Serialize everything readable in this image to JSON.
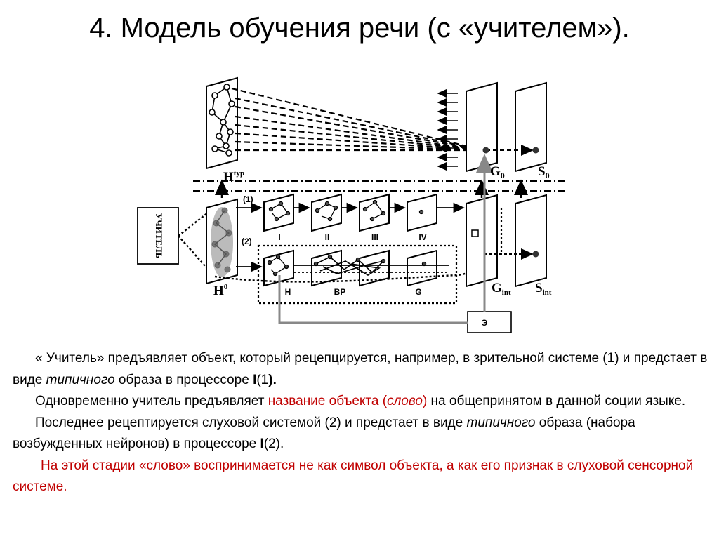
{
  "title": "4. Модель обучения речи (с «учителем»).",
  "diagram": {
    "teacher_box": "УЧИТЕЛЬ",
    "labels": {
      "h_typ_main": "H",
      "h_typ_sup": "typ",
      "h0_main": "H",
      "h0_sup": "0",
      "g0_main": "G",
      "g0_sub": "0",
      "s0_main": "S",
      "s0_sub": "0",
      "gint_main": "G",
      "gint_sub": "int",
      "sint_main": "S",
      "sint_sub": "int",
      "path1": "(1)",
      "path2": "(2)",
      "roman_1": "I",
      "roman_2": "II",
      "roman_3": "III",
      "roman_4": "IV",
      "proc_h": "H",
      "proc_bp": "BP",
      "proc_g": "G",
      "e_box": "Э"
    }
  },
  "text": {
    "p1": "« Учитель» предъявляет объект, который рецепцируется, например, в зрительной системе (1) и предстает в виде ",
    "p1_em": "типичного",
    "p1_b": " образа в процессоре ",
    "p1_I": "I",
    "p1_end": "(1",
    "p1_close": ").",
    "p2": "Одновременно учитель предъявляет ",
    "p2_red1": "название объекта (",
    "p2_red_em": "слово",
    "p2_red2": ")",
    "p2_end": " на общепринятом в данной соции языке.",
    "p3": "Последнее рецептируется слуховой системой (2) и предстает в виде ",
    "p3_em": "типичного",
    "p3_b": " образа (набора возбужденных нейронов) в процессоре ",
    "p3_I": "I",
    "p3_end": "(2).",
    "p4": "На этой стадии «слово» воспринимается не как символ объекта, а как его признак в слуховой сенсорной системе."
  }
}
